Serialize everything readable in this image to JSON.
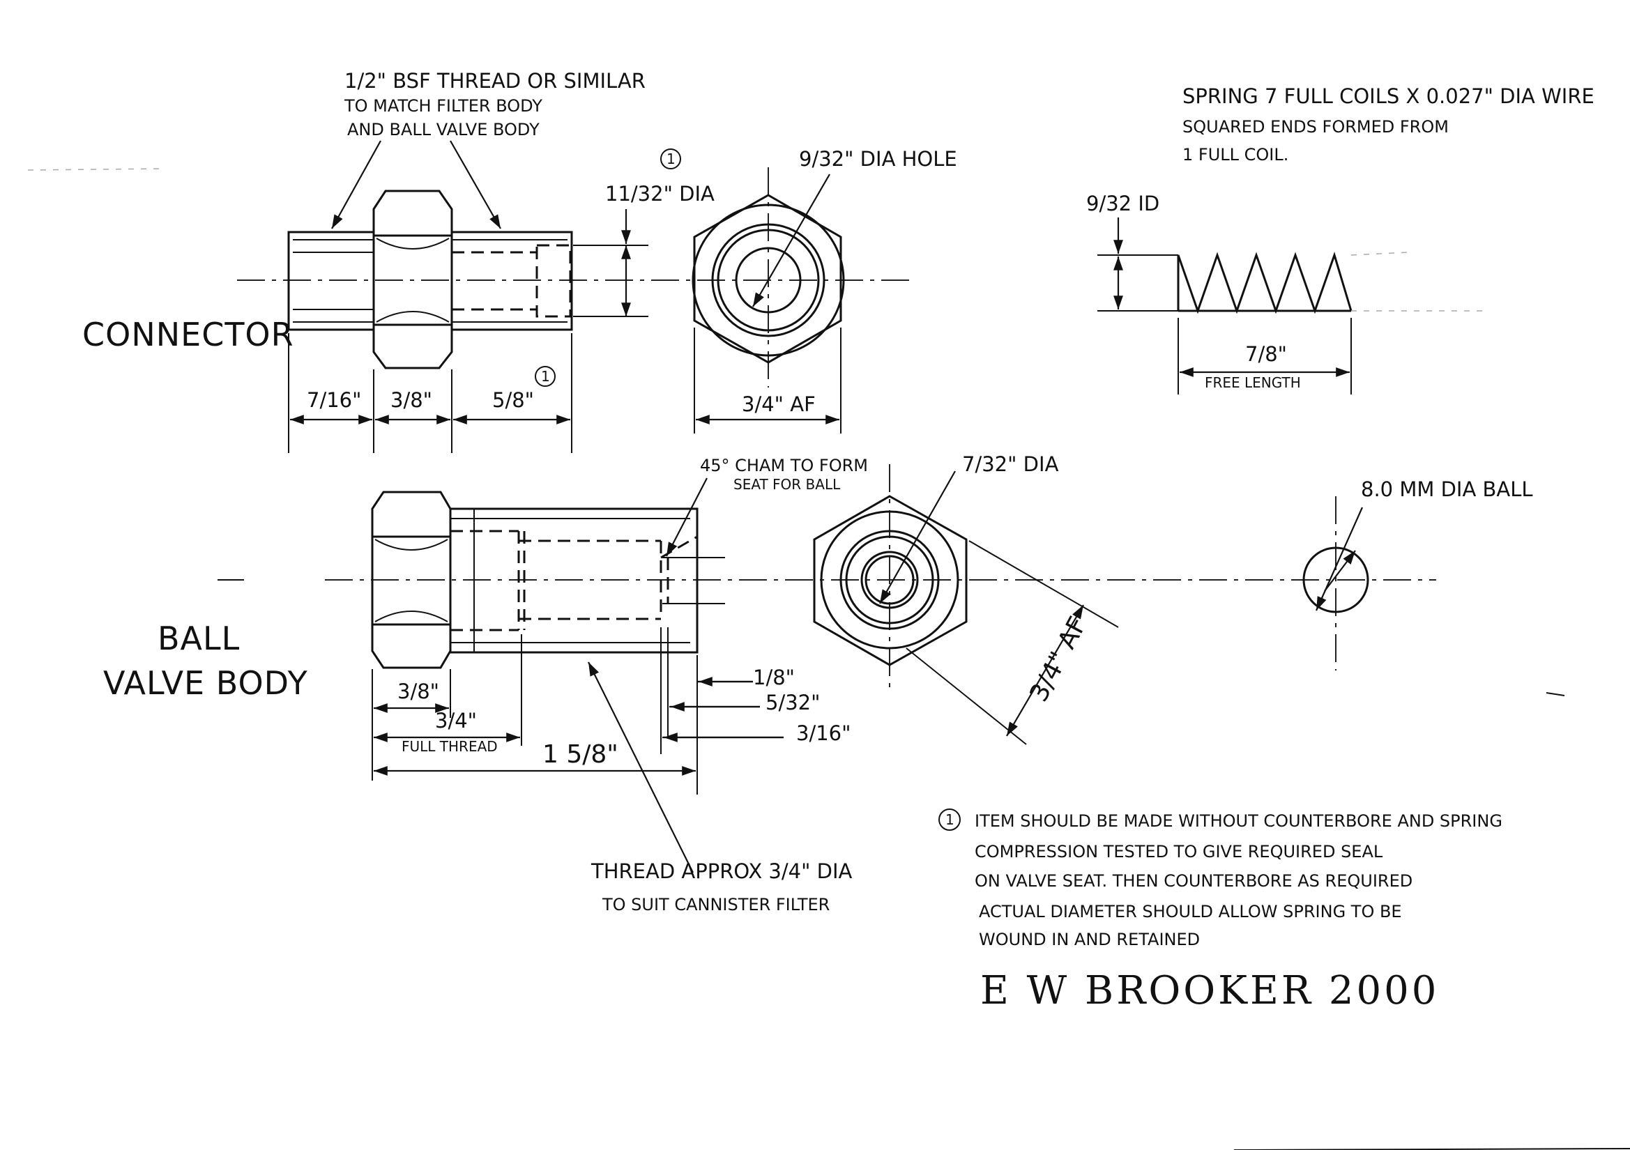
{
  "connector": {
    "title": "CONNECTOR",
    "thread_note": [
      "1/2\" BSF THREAD OR SIMILAR",
      "TO MATCH FILTER BODY",
      "AND BALL VALVE BODY"
    ],
    "bore_dim": "11/32\" DIA",
    "note_ref": "1",
    "hole_dim": "9/32\" DIA HOLE",
    "len_left": "7/16\"",
    "len_hex": "3/8\"",
    "len_right": "5/8\"",
    "hex_af": "3/4\" AF"
  },
  "spring": {
    "spec": [
      "SPRING 7 FULL COILS X 0.027\" DIA WIRE",
      "SQUARED ENDS FORMED FROM",
      "1 FULL COIL."
    ],
    "id_dim": "9/32 ID",
    "length_dim": "7/8\"",
    "length_label": "FREE LENGTH"
  },
  "ball_valve_body": {
    "title_line1": "BALL",
    "title_line2": "VALVE BODY",
    "chamfer_note": [
      "45° CHAM TO FORM",
      "SEAT FOR BALL"
    ],
    "hole_dim": "7/32\" DIA",
    "hex_af": "3/4\" AF",
    "len_hex": "3/8\"",
    "len_thread": "3/4\"",
    "full_thread_label": "FULL THREAD",
    "overall_len": "1 5/8\"",
    "dim_1_8": "1/8\"",
    "dim_5_32": "5/32\"",
    "dim_3_16": "3/16\"",
    "thread_note": [
      "THREAD APPROX 3/4\" DIA",
      "TO SUIT CANNISTER FILTER"
    ]
  },
  "ball": {
    "label": "8.0 MM DIA BALL"
  },
  "note": {
    "ref": "1",
    "lines": [
      "ITEM SHOULD BE MADE WITHOUT COUNTERBORE AND SPRING",
      "COMPRESSION TESTED TO GIVE REQUIRED SEAL",
      "ON VALVE SEAT. THEN COUNTERBORE AS REQUIRED",
      "ACTUAL DIAMETER SHOULD ALLOW SPRING TO BE",
      "WOUND IN AND RETAINED"
    ]
  },
  "signature": "E W BROOKER 2000"
}
